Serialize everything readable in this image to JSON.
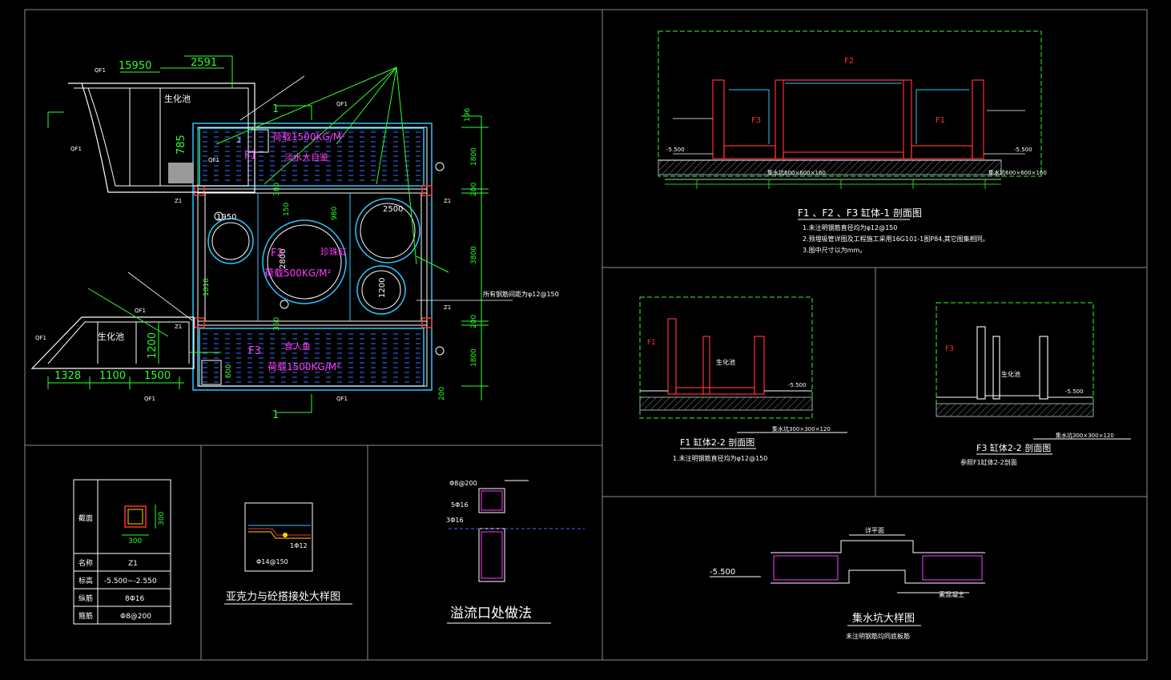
{
  "plan": {
    "dims_top": [
      "15950",
      "2591"
    ],
    "dim_785": "785",
    "bio_pool_top": "生化池",
    "bio_pool_bottom": "生化池",
    "grid_mark_1_top": "1",
    "grid_mark_1_bottom": "1",
    "grid_mark_2": "2",
    "f1": "F1",
    "f2": "F2",
    "f3": "F3",
    "load_f1": "荷载1500KG/M²",
    "load_f2": "荷载500KG/M²",
    "load_f3": "荷载1500KG/M²",
    "name_f1": "淡水大自鉴",
    "name_f2": "珍珠缸",
    "name_f3": "食人鱼",
    "circle_dims": [
      "1950",
      "2500",
      "2800",
      "1200"
    ],
    "right_dims": [
      "196",
      "1800",
      "200",
      "3800",
      "200",
      "1800",
      "200"
    ],
    "mid_dims": [
      "380",
      "150",
      "980",
      "350"
    ],
    "bottom_left_dims": [
      "1328",
      "1100",
      "1500"
    ],
    "dim_1200": "1200",
    "dim_1810": "1810",
    "dim_600": "600",
    "rebar_note": "所有钢筋间距为φ12@150",
    "z1_labels": [
      "Z1",
      "Z1",
      "Z1",
      "Z1"
    ],
    "small_labels": [
      "QF1",
      "QF1",
      "QF1",
      "QF1",
      "QF1",
      "QF1",
      "QF1",
      "QF1"
    ]
  },
  "section_1": {
    "title": "F1 、F2 、F3 缸体-1  剖面图",
    "notes": [
      "1.未注明钢筋直径均为φ12@150",
      "2.预埋吸管详图及工程施工采用16G101-1图P84,其它图集相同。",
      "3.图中尺寸以为mm。"
    ],
    "labels": {
      "f2": "F2",
      "f3": "F3",
      "f1": "F1",
      "elev_left": "-5.500",
      "elev_right": "-5.500",
      "pit_left": "集水坑600×600×160",
      "pit_right": "集水坑600×600×160"
    }
  },
  "section_2": {
    "title": "F1 缸体2-2  剖面图",
    "note": "1.未注明钢筋直径均为φ12@150",
    "labels": {
      "f1": "F1",
      "bio": "生化池",
      "pit": "集水坑300×300×120",
      "elev": "-5.500"
    }
  },
  "section_3": {
    "title": "F3 缸体2-2  剖面图",
    "note": "参照F1缸体2-2剖面",
    "labels": {
      "f3": "F3",
      "bio": "生化池",
      "pit": "集水坑300×300×120",
      "elev": "-5.500"
    }
  },
  "column_table": {
    "rows": [
      {
        "key": "截面",
        "value": ""
      },
      {
        "key": "名称",
        "value": "Z1"
      },
      {
        "key": "标高",
        "value": "-5.500~-2.550"
      },
      {
        "key": "纵筋",
        "value": "8Φ16"
      },
      {
        "key": "箍筋",
        "value": "Φ8@200"
      }
    ],
    "dim_w": "300",
    "dim_h": "300"
  },
  "acrylic_detail": {
    "title": "亚克力与砼搭接处大样图",
    "labels": [
      "1Φ12",
      "Φ14@150"
    ]
  },
  "overflow_detail": {
    "title": "溢流口处做法",
    "labels": [
      "Φ8@200",
      "5Φ16",
      "3Φ16"
    ]
  },
  "sump_detail": {
    "title": "集水坑大样图",
    "note": "未注明钢筋均同底板筋",
    "labels": {
      "elev": "-5.500",
      "top": "详平面",
      "bottom": "素混凝土"
    }
  }
}
